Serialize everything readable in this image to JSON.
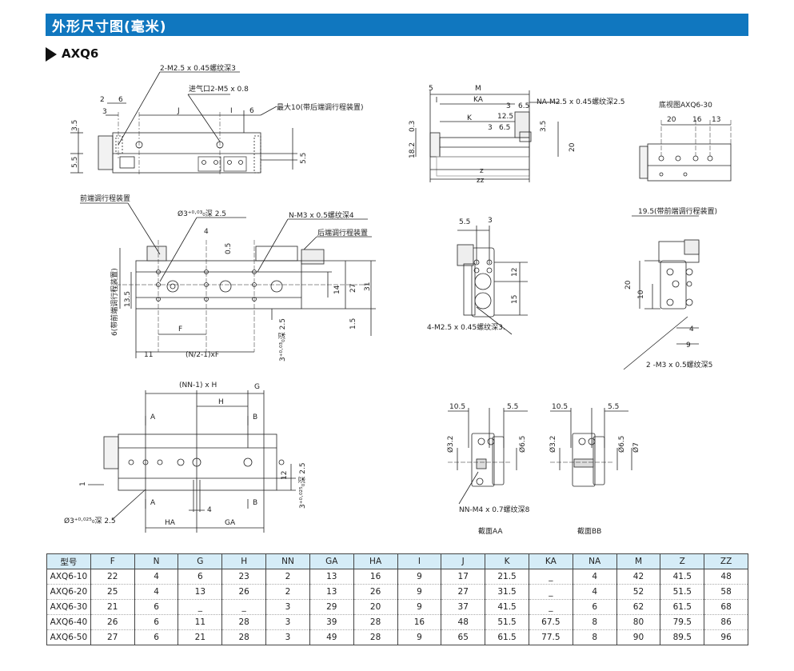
{
  "header": {
    "title": "外形尺寸图(毫米)"
  },
  "section": {
    "title": "AXQ6"
  },
  "labels": {
    "thread_top": "2-M2.5 x 0.45螺纹深3",
    "air_inlet": "进气口2-M5 x 0.8",
    "max_adjust": "最大10(带后端调行程装置)",
    "d2": "2",
    "d6a": "6",
    "d3": "3",
    "dJ": "J",
    "dI": "I",
    "d6b": "6",
    "d35": "3.5",
    "d55a": "5.5",
    "d55b": "5.5",
    "dM": "M",
    "dKA": "KA",
    "d5": "5",
    "d3k": "3",
    "d65": "6.5",
    "na_thread": "NA-M2.5 x 0.45螺纹深2.5",
    "d125": "12.5",
    "dK": "K",
    "d3b": "3",
    "d65b": "6.5",
    "d182": "18.2",
    "d03": "0.3",
    "d35b": "3.5",
    "d20": "20",
    "dz": "z",
    "dzz": "zz",
    "bottom_view": "底视图AXQ6-30",
    "d20b": "20",
    "d16": "16",
    "d13": "13",
    "front_adjust": "前端调行程装置",
    "hole_dia": "Ø3⁺⁰·⁰³₀深 2.5",
    "n_thread": "N-M3 x 0.5螺纹深4",
    "rear_adjust": "后端调行程装置",
    "d4": "4",
    "d05": "0.5",
    "d14": "14",
    "d27": "27",
    "d31": "31",
    "d135": "13.5",
    "side_note": "6(带前端调行程装置)",
    "dF": "F",
    "d15": "1.5",
    "d11": "11",
    "dNF": "(N/2-1)xF",
    "hole_depth": "3⁺⁰·⁰³₀深 2.5",
    "d55c": "5.5",
    "d3c": "3",
    "d12": "12",
    "d15b": "15",
    "side_thread": "4-M2.5 x 0.45螺纹深3.",
    "front_adjust2": "19.5(带前端调行程装置)",
    "d20c": "20",
    "d10": "10",
    "d4b": "4",
    "d9": "9",
    "m3_thread": "2 -M3 x 0.5螺纹深5",
    "dNNH": "(NN-1) x H",
    "dG": "G",
    "dH": "H",
    "secA": "A",
    "secB": "B",
    "d1": "1",
    "d12b": "12",
    "hole_depth2": "3⁺⁰·⁰²⁵₀深 2.5",
    "d4c": "4",
    "hole_dia2": "Ø3⁺⁰·⁰²⁵₀深 2.5",
    "dHA": "HA",
    "dGA": "GA",
    "d105a": "10.5",
    "d55d": "5.5",
    "d32a": "Ø3.2",
    "d65c": "Ø6.5",
    "nn_thread": "NN-M4 x 0.7螺纹深8",
    "section_aa": "截面AA",
    "d105b": "10.5",
    "d55e": "5.5",
    "d32b": "Ø3.2",
    "d65d": "Ø6.5",
    "d7": "Ø7",
    "section_bb": "截面BB"
  },
  "table": {
    "headers": [
      "型号",
      "F",
      "N",
      "G",
      "H",
      "NN",
      "GA",
      "HA",
      "I",
      "J",
      "K",
      "KA",
      "NA",
      "M",
      "Z",
      "ZZ"
    ],
    "rows": [
      [
        "AXQ6-10",
        "22",
        "4",
        "6",
        "23",
        "2",
        "13",
        "16",
        "9",
        "17",
        "21.5",
        "_",
        "4",
        "42",
        "41.5",
        "48"
      ],
      [
        "AXQ6-20",
        "25",
        "4",
        "13",
        "26",
        "2",
        "13",
        "26",
        "9",
        "27",
        "31.5",
        "_",
        "4",
        "52",
        "51.5",
        "58"
      ],
      [
        "AXQ6-30",
        "21",
        "6",
        "_",
        "_",
        "3",
        "29",
        "20",
        "9",
        "37",
        "41.5",
        "_",
        "6",
        "62",
        "61.5",
        "68"
      ],
      [
        "AXQ6-40",
        "26",
        "6",
        "11",
        "28",
        "3",
        "39",
        "28",
        "16",
        "48",
        "51.5",
        "67.5",
        "8",
        "80",
        "79.5",
        "86"
      ],
      [
        "AXQ6-50",
        "27",
        "6",
        "21",
        "28",
        "3",
        "49",
        "28",
        "9",
        "65",
        "61.5",
        "77.5",
        "8",
        "90",
        "89.5",
        "96"
      ]
    ]
  },
  "colors": {
    "header_bg": "#1077bf",
    "table_header_bg": "#d5ecf7",
    "line": "#222222"
  }
}
